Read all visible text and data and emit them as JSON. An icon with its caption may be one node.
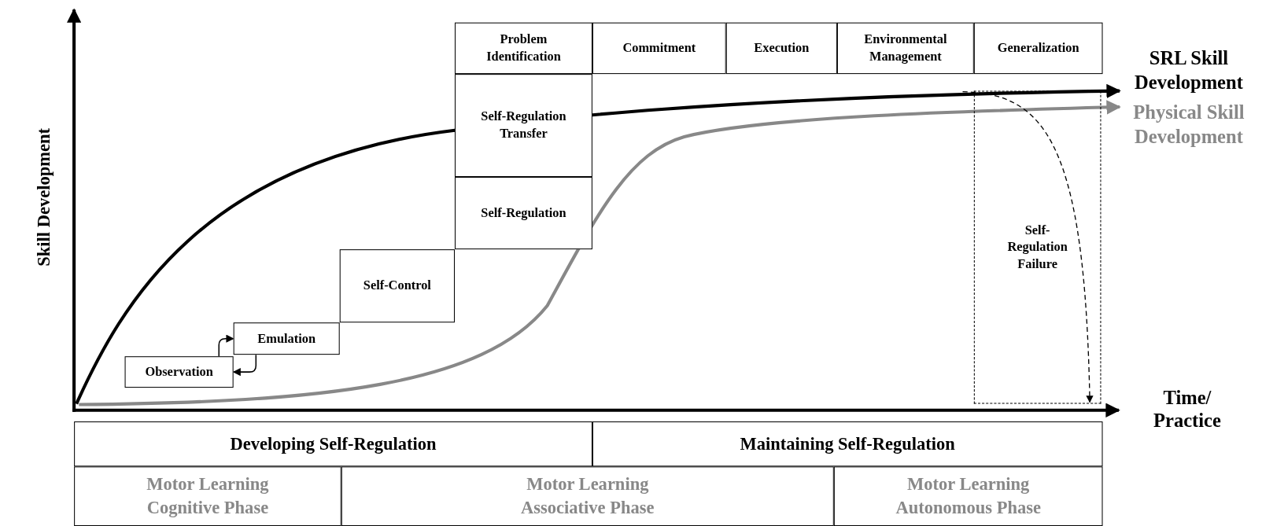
{
  "diagram": {
    "nodes": [
      {
        "text": [
          "Problem Identification"
        ]
      },
      {
        "text": [
          "Commitment"
        ]
      },
      {
        "text": [
          "Execution"
        ]
      },
      {
        "text": [
          "Environmental Management"
        ]
      },
      {
        "text": [
          "Generalization"
        ]
      },
      {
        "text": [
          "Self-Regulation Transfer"
        ]
      },
      {
        "text": [
          "Self-Regulation"
        ]
      },
      {
        "text": [
          "Self-Control"
        ]
      },
      {
        "text": [
          "Emulation"
        ]
      },
      {
        "text": [
          "Observation"
        ]
      },
      {
        "text": [
          "Self-Regulation Failure"
        ]
      },
      {
        "text": [
          "Developing Self-Regulation"
        ]
      },
      {
        "text": [
          "Maintaining Self-Regulation"
        ]
      },
      {
        "text": [
          "Motor Learning Cognitive Phase"
        ]
      },
      {
        "text": [
          "Motor Learning Associative Phase"
        ]
      },
      {
        "text": [
          "Motor Learning Autonomous Phase"
        ]
      },
      {
        "text": [
          "SRL Skill Development"
        ]
      },
      {
        "text": [
          "Physical Skill Development"
        ]
      }
    ],
    "edges": [
      {
        "from": 9,
        "to": 8,
        "arrow": "to"
      },
      {
        "from": 8,
        "to": 9,
        "arrow": "to"
      },
      {
        "from": null,
        "to": 16,
        "arrow": "to",
        "style": "thick"
      },
      {
        "from": null,
        "to": 17,
        "arrow": "to",
        "style": "thick",
        "color": "#888888"
      },
      {
        "from": null,
        "to": 10,
        "arrow": "to",
        "style": "dashed"
      }
    ],
    "labels": [
      "Skill Development",
      "Time/ Practice"
    ]
  }
}
